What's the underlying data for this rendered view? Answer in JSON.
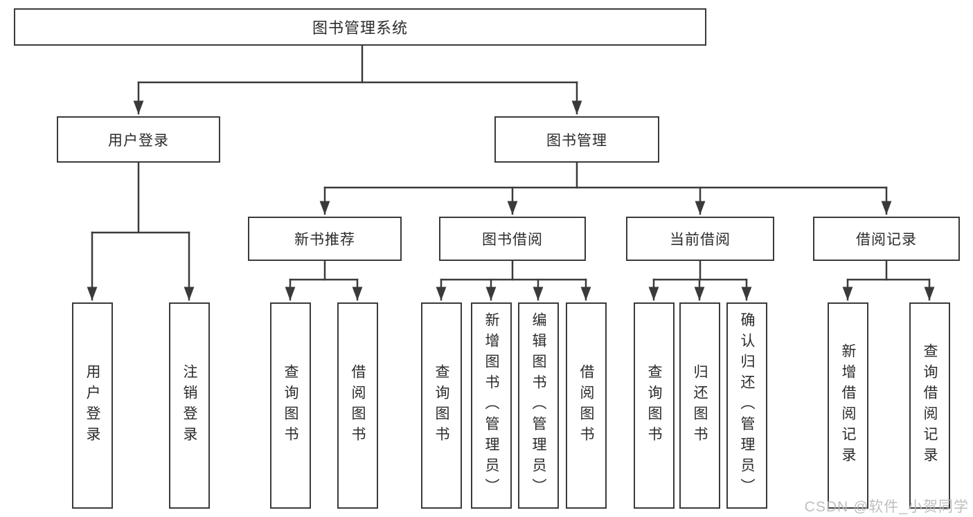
{
  "diagram": {
    "type": "hierarchy-tree",
    "root": {
      "label": "图书管理系统"
    },
    "level2": [
      {
        "label": "用户登录"
      },
      {
        "label": "图书管理"
      }
    ],
    "level3": [
      {
        "label": "新书推荐",
        "parent": "图书管理"
      },
      {
        "label": "图书借阅",
        "parent": "图书管理"
      },
      {
        "label": "当前借阅",
        "parent": "图书管理"
      },
      {
        "label": "借阅记录",
        "parent": "图书管理"
      }
    ],
    "leaves": [
      {
        "label": "用户登录",
        "parent": "用户登录"
      },
      {
        "label": "注销登录",
        "parent": "用户登录"
      },
      {
        "label": "查询图书",
        "parent": "新书推荐"
      },
      {
        "label": "借阅图书",
        "parent": "新书推荐"
      },
      {
        "label": "查询图书",
        "parent": "图书借阅"
      },
      {
        "label": "新增图书（管理员）",
        "parent": "图书借阅"
      },
      {
        "label": "编辑图书（管理员）",
        "parent": "图书借阅"
      },
      {
        "label": "借阅图书",
        "parent": "图书借阅"
      },
      {
        "label": "查询图书",
        "parent": "当前借阅"
      },
      {
        "label": "归还图书",
        "parent": "当前借阅"
      },
      {
        "label": "确认归还（管理员）",
        "parent": "当前借阅"
      },
      {
        "label": "新增借阅记录",
        "parent": "借阅记录"
      },
      {
        "label": "查询借阅记录",
        "parent": "借阅记录"
      }
    ]
  },
  "watermark": {
    "text": "CSDN @软件_小贺同学"
  },
  "colors": {
    "line": "#3a3a3a",
    "box_border": "#3a3a3a",
    "text": "#2b2b2b",
    "watermark": "#b9b9b9",
    "background": "#ffffff"
  }
}
